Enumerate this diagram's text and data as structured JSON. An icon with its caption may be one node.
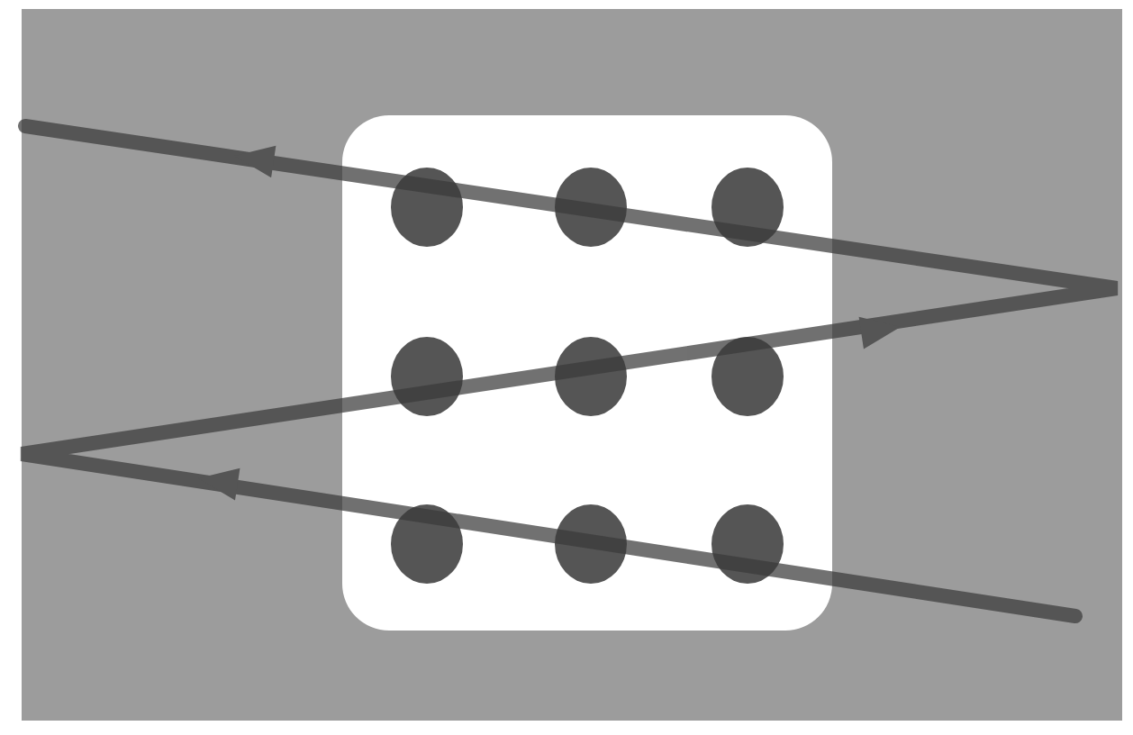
{
  "diagram": {
    "nodes": [
      {
        "text": [],
        "shape": "box"
      },
      {
        "text": [],
        "shape": "circle",
        "in": 0
      },
      {
        "text": [],
        "shape": "circle",
        "in": 0
      },
      {
        "text": [],
        "shape": "circle",
        "in": 0
      },
      {
        "text": [],
        "shape": "circle",
        "in": 0
      },
      {
        "text": [],
        "shape": "circle",
        "in": 0
      },
      {
        "text": [],
        "shape": "circle",
        "in": 0
      },
      {
        "text": [],
        "shape": "circle",
        "in": 0
      },
      {
        "text": [],
        "shape": "circle",
        "in": 0
      },
      {
        "text": [],
        "shape": "circle",
        "in": 0
      }
    ]
  }
}
